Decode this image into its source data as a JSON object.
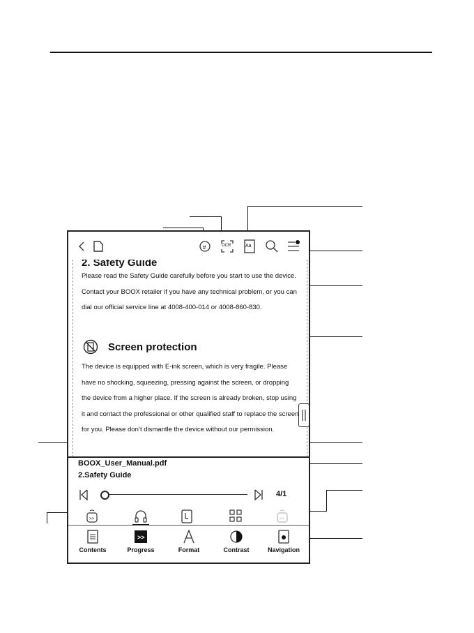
{
  "reader": {
    "section_heading": "2. Safety Guide",
    "para1": "Please read the Safety Guide carefully before you start to use the device. Contact your BOOX retailer if you have any technical problem, or you can dial our official service line at 4008-400-014 or 4008-860-830.",
    "heading2": "Screen protection",
    "para2": "The device is equipped with E-ink screen, which is very fragile. Please have no shocking, squeezing, pressing against the screen, or dropping the device from a higher place. If the screen is already broken, stop using it and contact the professional or other qualified staff to replace the screen for you. Please don’t dismantle the device without our permission."
  },
  "info": {
    "filename": "BOOX_User_Manual.pdf",
    "chapter": "2.Safety Guide",
    "page_indicator": "4/1"
  },
  "tabs": [
    {
      "label": "Contents"
    },
    {
      "label": "Progress"
    },
    {
      "label": "Format"
    },
    {
      "label": "Contrast"
    },
    {
      "label": "Navigation"
    }
  ],
  "toolbar": {
    "ocr_label": "OCR",
    "dict_label": "Aa"
  }
}
